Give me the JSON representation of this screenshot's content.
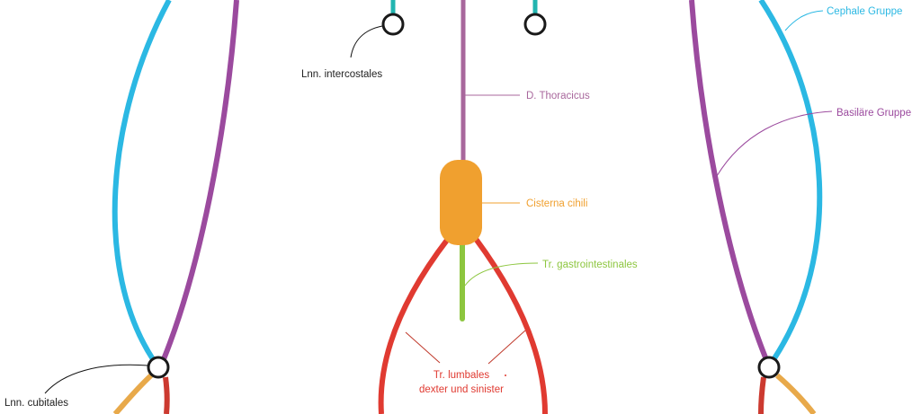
{
  "labels": {
    "intercostales": "Lnn. intercostales",
    "thoracicus": "D. Thoracicus",
    "cisterna": "Cisterna cihili",
    "gastro": "Tr. gastrointestinales",
    "lumbales_1": "Tr. lumbales",
    "lumbales_2": "dexter und sinister",
    "cubitales": "Lnn. cubitales",
    "cephale": "Cephale Gruppe",
    "basilaere": "Basiläre Gruppe"
  },
  "colors": {
    "cyan": "#2bb8e3",
    "purple": "#9b4a9e",
    "thoracicus": "#a8679c",
    "teal": "#22b5b0",
    "cisterna": "#f0a02f",
    "green": "#8dc63f",
    "red": "#e03a31",
    "dark_red": "#cc3a30",
    "light_orange": "#e8a94a",
    "node": "#1a1a1a"
  }
}
